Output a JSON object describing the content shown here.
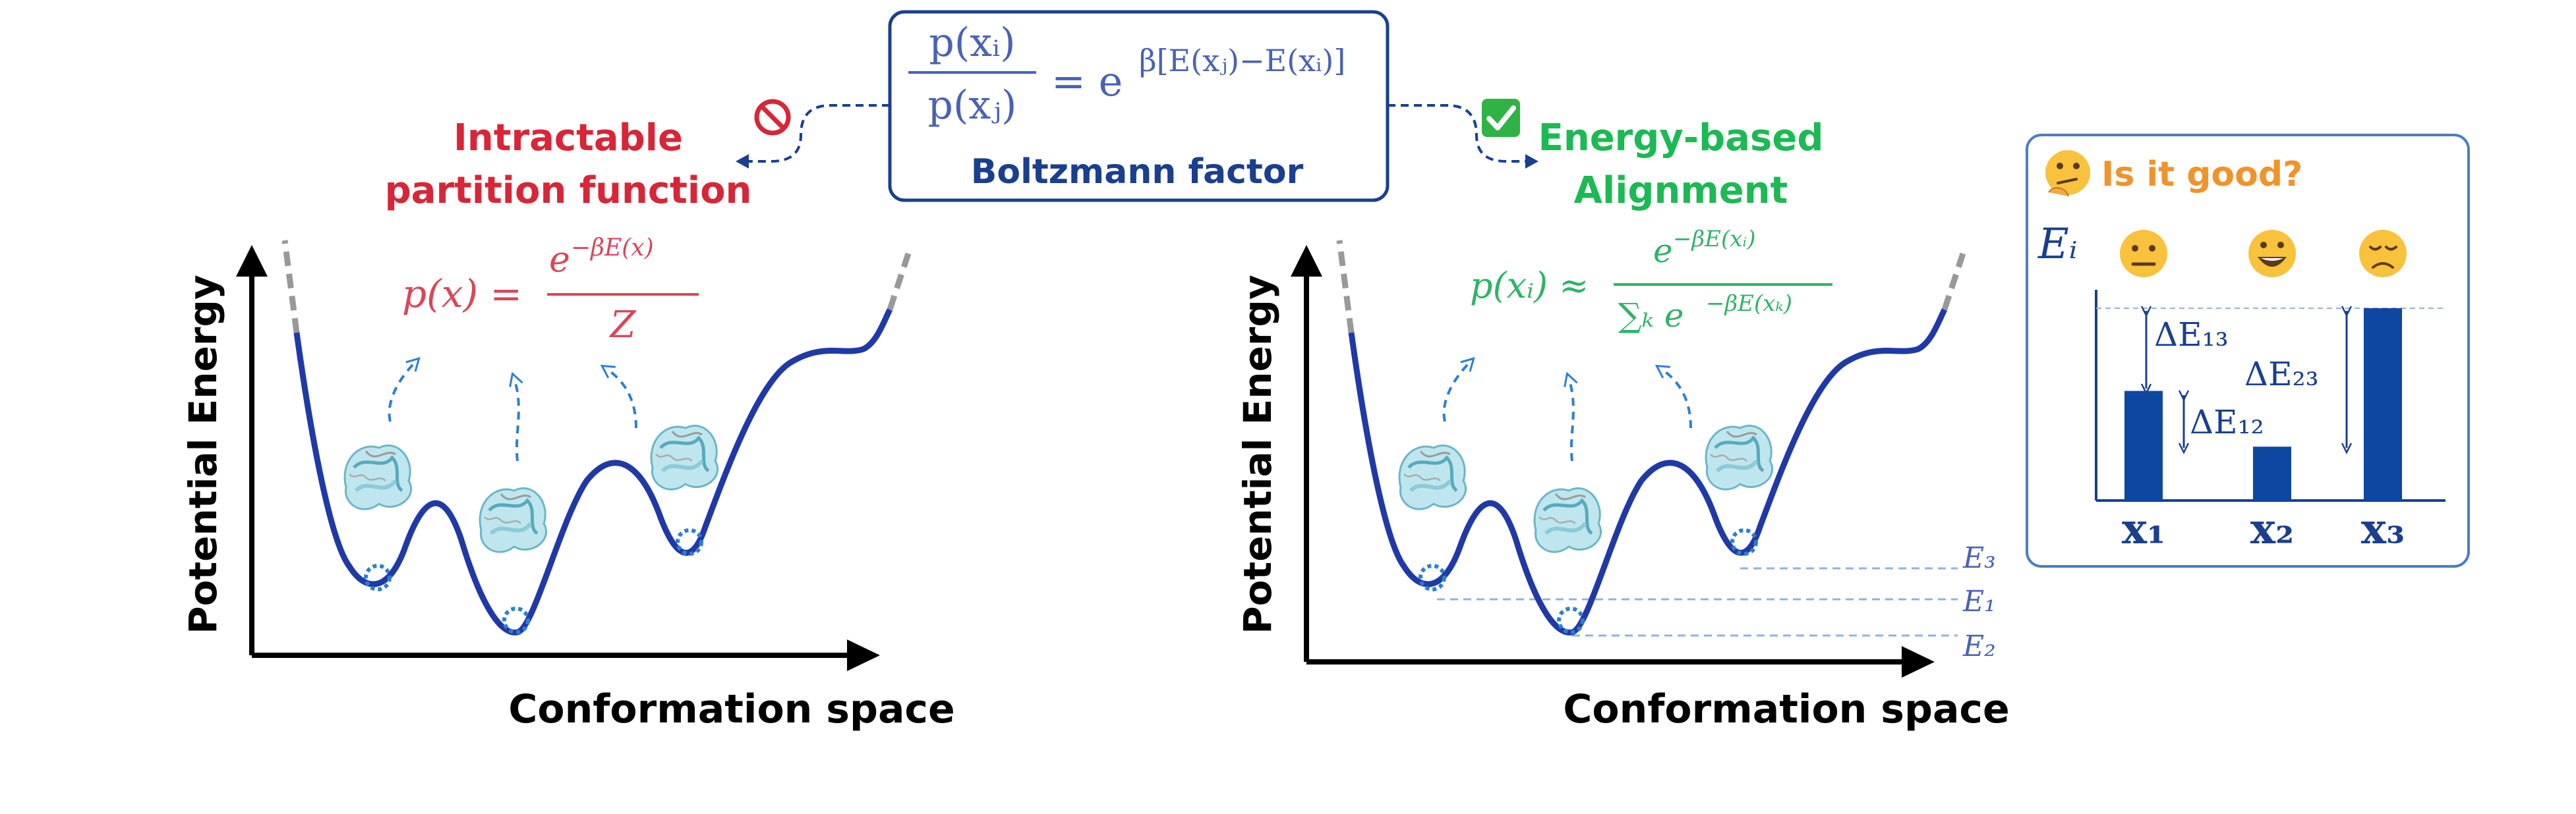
{
  "boltzmann": {
    "lhs_num": "p(xᵢ)",
    "lhs_den": "p(xⱼ)",
    "rhs_base": "= e",
    "rhs_exp": "β[E(xⱼ)−E(xᵢ)]",
    "label": "Boltzmann factor"
  },
  "left_branch": {
    "line1": "Intractable",
    "line2": "partition function",
    "icon": "prohibited-icon",
    "color": "#d72638"
  },
  "right_branch": {
    "line1": "Energy-based",
    "line2": "Alignment",
    "icon": "check-mark-icon",
    "color": "#1db954"
  },
  "left_panel": {
    "ylabel": "Potential Energy",
    "xlabel": "Conformation space",
    "formula_lhs": "p(x) =",
    "formula_num": "e",
    "formula_num_exp": "−βE(x)",
    "formula_den": "Z"
  },
  "right_panel": {
    "ylabel": "Potential Energy",
    "xlabel": "Conformation space",
    "formula_lhs": "p(xᵢ) ≈",
    "formula_num": "e",
    "formula_num_exp": "−βE(xᵢ)",
    "formula_den": "∑ₖ e",
    "formula_den_exp": "−βE(xₖ)",
    "level_labels": [
      "E₃",
      "E₁",
      "E₂"
    ]
  },
  "inset": {
    "title": "Is it good?",
    "ylabel": "Eᵢ",
    "bars": [
      {
        "label": "x₁",
        "value": 0.57,
        "face": "neutral-face-icon"
      },
      {
        "label": "x₂",
        "value": 0.28,
        "face": "grinning-face-icon"
      },
      {
        "label": "x₃",
        "value": 1.0,
        "face": "disappointed-face-icon"
      }
    ],
    "deltas": [
      "ΔE₁₃",
      "ΔE₁₂",
      "ΔE₂₃"
    ],
    "colors": {
      "bar": "#0d47a1",
      "title": "#f0932b",
      "border": "#4a7fc1"
    }
  },
  "colors": {
    "curve": "#1f3aa6",
    "axis": "#000000",
    "arrow": "#2d7fd1",
    "level": "#8fb3dd",
    "formula_blue": "#4a62b5"
  }
}
